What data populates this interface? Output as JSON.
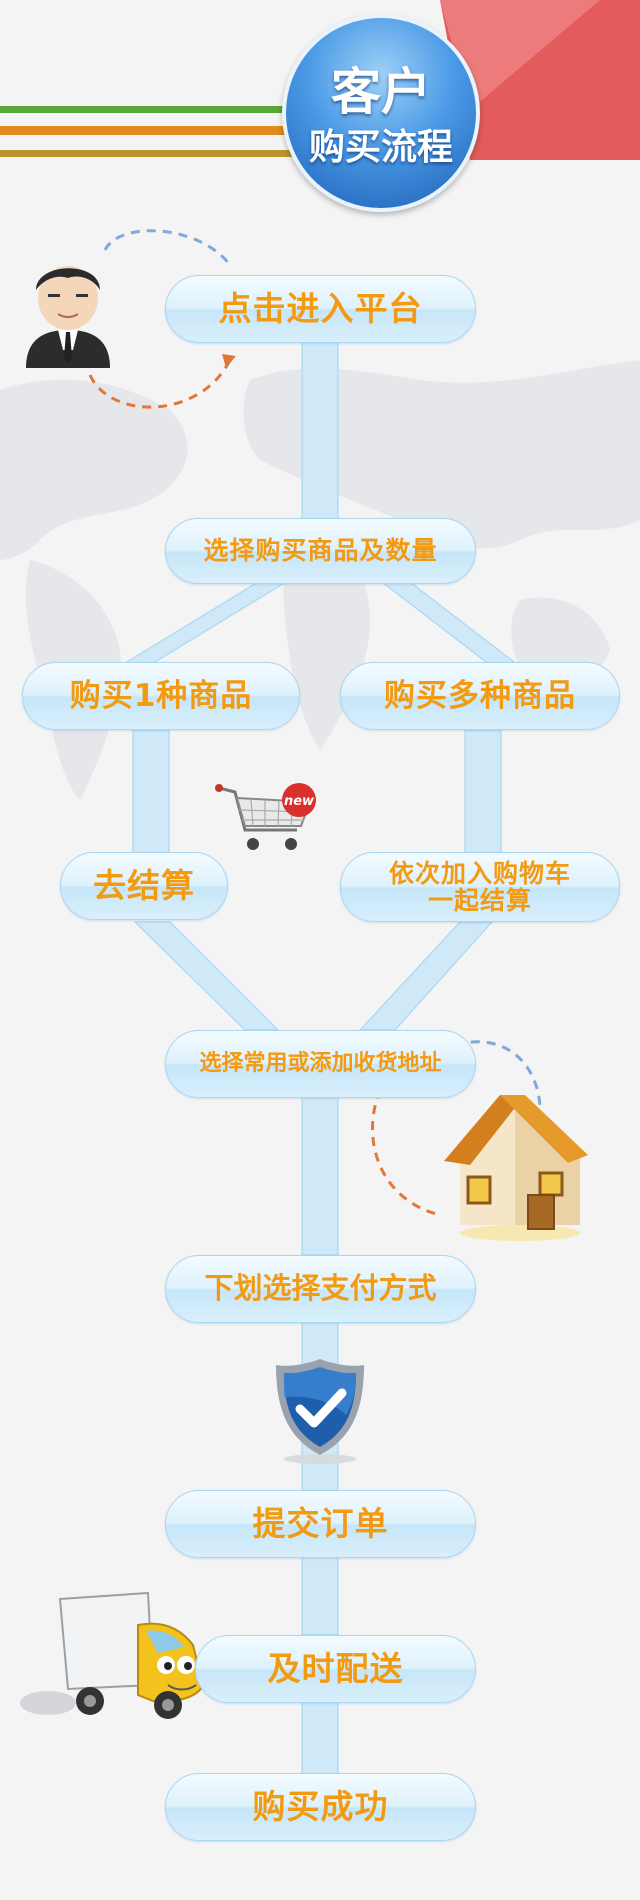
{
  "title": {
    "line1": "客户",
    "line2": "购买流程"
  },
  "steps": {
    "enter_platform": "点击进入平台",
    "select_goods": "选择购买商品及数量",
    "buy_one": "购买1种商品",
    "buy_many": "购买多种商品",
    "checkout": "去结算",
    "add_cart_line1": "依次加入购物车",
    "add_cart_line2": "一起结算",
    "address": "选择常用或添加收货地址",
    "payment": "下划选择支付方式",
    "submit_order": "提交订单",
    "delivery": "及时配送",
    "success": "购买成功"
  },
  "badge": {
    "new": "new"
  },
  "colors": {
    "node_text": "#f29a12",
    "node_border": "#a9d7f2",
    "connector": "#d0e9f8",
    "stripe_green": "#5aa637",
    "stripe_orange": "#e38a1e",
    "stripe_olive": "#b8962e",
    "corner_red": "#e35b5b"
  },
  "icons": [
    "businessman-icon",
    "shopping-cart-icon",
    "house-icon",
    "shield-check-icon",
    "delivery-truck-icon"
  ]
}
